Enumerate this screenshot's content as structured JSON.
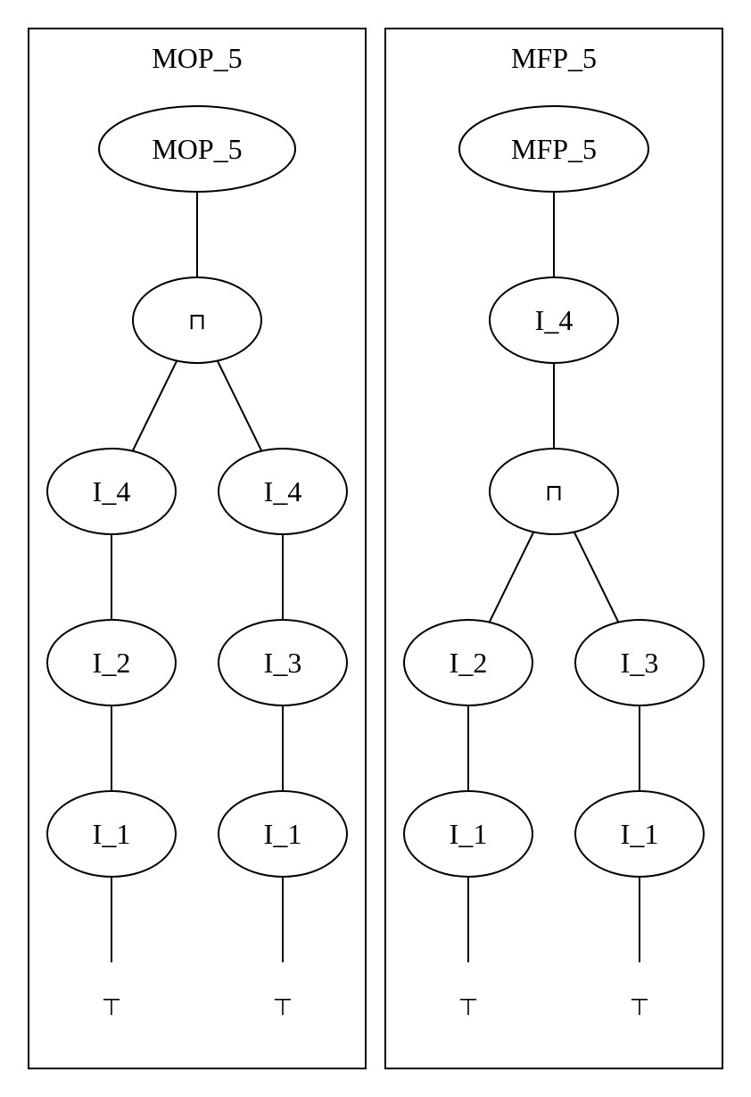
{
  "panels": {
    "left": {
      "title": "MOP_5",
      "nodes": {
        "root": "MOP_5",
        "meet": "⊓",
        "a_i4": "I_4",
        "b_i4": "I_4",
        "a_i2": "I_2",
        "b_i3": "I_3",
        "a_i1": "I_1",
        "b_i1": "I_1",
        "a_top": "⊤",
        "b_top": "⊤"
      }
    },
    "right": {
      "title": "MFP_5",
      "nodes": {
        "root": "MFP_5",
        "i4": "I_4",
        "meet": "⊓",
        "a_i2": "I_2",
        "b_i3": "I_3",
        "a_i1": "I_1",
        "b_i1": "I_1",
        "a_top": "⊤",
        "b_top": "⊤"
      }
    }
  }
}
